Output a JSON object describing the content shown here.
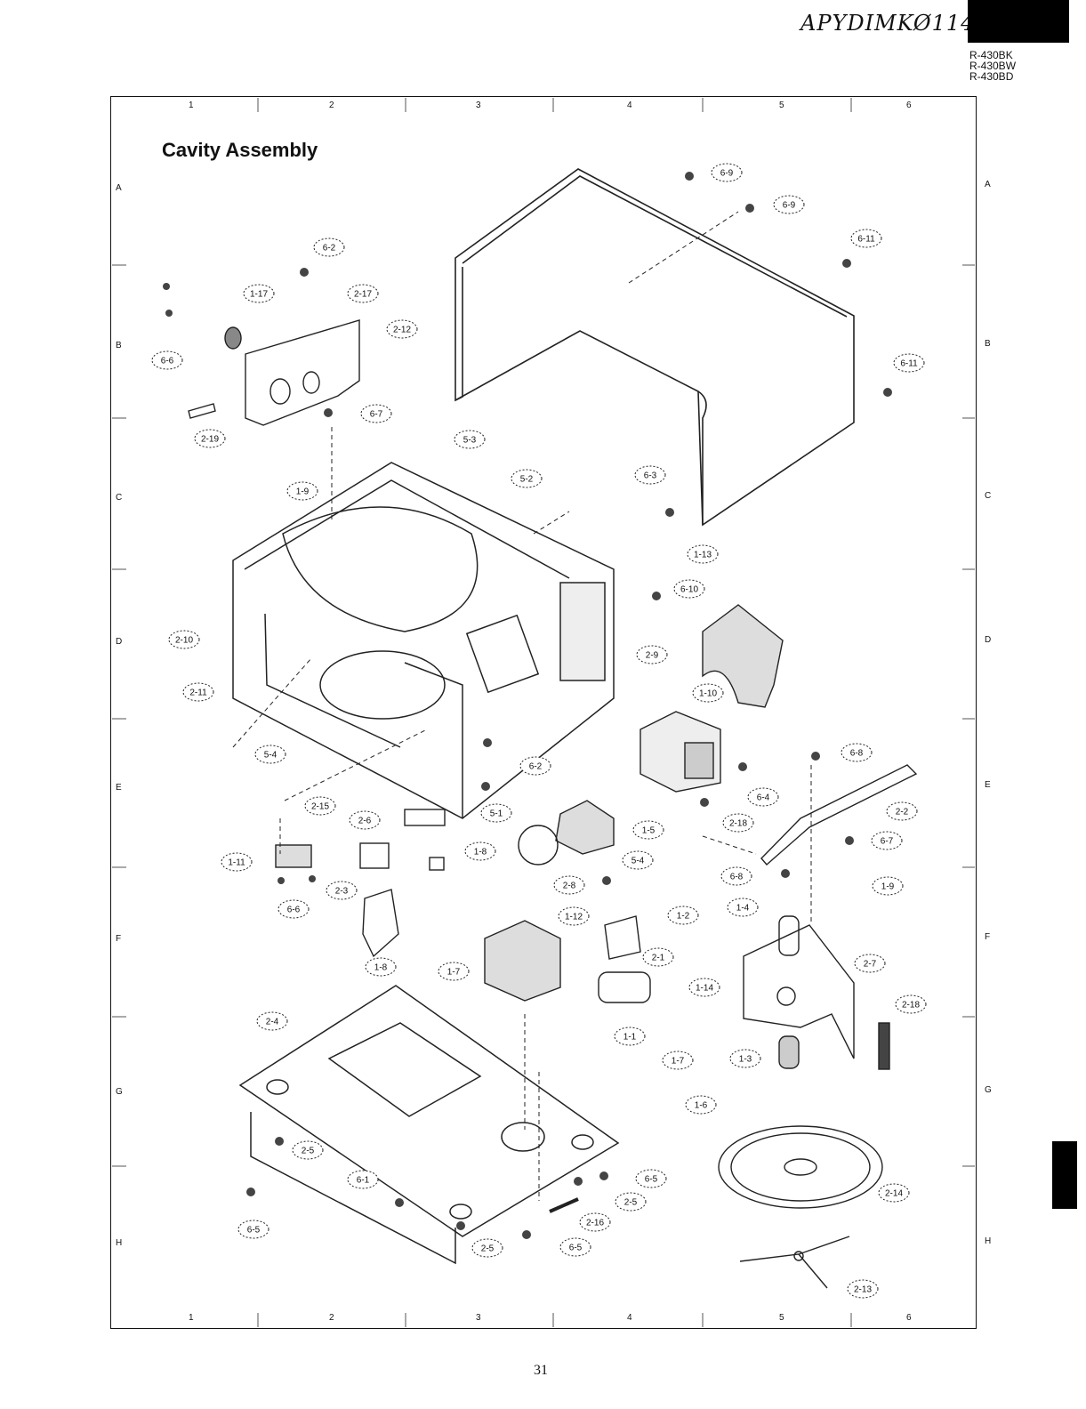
{
  "header": {
    "handwritten_note": "APYDIMKØ114",
    "models": [
      "R-430BK",
      "R-430BW",
      "R-430BD"
    ]
  },
  "diagram": {
    "title": "Cavity Assembly",
    "column_labels": [
      "1",
      "2",
      "3",
      "4",
      "5",
      "6"
    ],
    "row_labels": [
      "A",
      "B",
      "C",
      "D",
      "E",
      "F",
      "G",
      "H"
    ],
    "callouts": [
      {
        "id": "6-9a",
        "text": "6-9"
      },
      {
        "id": "6-9b",
        "text": "6-9"
      },
      {
        "id": "6-11a",
        "text": "6-11"
      },
      {
        "id": "6-11b",
        "text": "6-11"
      },
      {
        "id": "6-2a",
        "text": "6-2"
      },
      {
        "id": "1-17",
        "text": "1-17"
      },
      {
        "id": "2-17",
        "text": "2-17"
      },
      {
        "id": "2-12",
        "text": "2-12"
      },
      {
        "id": "6-6a",
        "text": "6-6"
      },
      {
        "id": "6-7a",
        "text": "6-7"
      },
      {
        "id": "2-19",
        "text": "2-19"
      },
      {
        "id": "5-3",
        "text": "5-3"
      },
      {
        "id": "5-2",
        "text": "5-2"
      },
      {
        "id": "6-3",
        "text": "6-3"
      },
      {
        "id": "1-9a",
        "text": "1-9"
      },
      {
        "id": "1-13",
        "text": "1-13"
      },
      {
        "id": "6-10",
        "text": "6-10"
      },
      {
        "id": "2-10",
        "text": "2-10"
      },
      {
        "id": "2-9",
        "text": "2-9"
      },
      {
        "id": "2-11",
        "text": "2-11"
      },
      {
        "id": "1-10",
        "text": "1-10"
      },
      {
        "id": "5-4a",
        "text": "5-4"
      },
      {
        "id": "6-2b",
        "text": "6-2"
      },
      {
        "id": "6-8a",
        "text": "6-8"
      },
      {
        "id": "6-4",
        "text": "6-4"
      },
      {
        "id": "2-15",
        "text": "2-15"
      },
      {
        "id": "2-6",
        "text": "2-6"
      },
      {
        "id": "5-1",
        "text": "5-1"
      },
      {
        "id": "2-18a",
        "text": "2-18"
      },
      {
        "id": "2-2",
        "text": "2-2"
      },
      {
        "id": "1-5",
        "text": "1-5"
      },
      {
        "id": "1-11",
        "text": "1-11"
      },
      {
        "id": "1-8a",
        "text": "1-8"
      },
      {
        "id": "6-7b",
        "text": "6-7"
      },
      {
        "id": "5-4b",
        "text": "5-4"
      },
      {
        "id": "2-8",
        "text": "2-8"
      },
      {
        "id": "6-8b",
        "text": "6-8"
      },
      {
        "id": "1-9b",
        "text": "1-9"
      },
      {
        "id": "6-6b",
        "text": "6-6"
      },
      {
        "id": "2-3",
        "text": "2-3"
      },
      {
        "id": "1-4",
        "text": "1-4"
      },
      {
        "id": "1-2",
        "text": "1-2"
      },
      {
        "id": "1-12",
        "text": "1-12"
      },
      {
        "id": "2-1",
        "text": "2-1"
      },
      {
        "id": "2-7",
        "text": "2-7"
      },
      {
        "id": "1-8b",
        "text": "1-8"
      },
      {
        "id": "1-7a",
        "text": "1-7"
      },
      {
        "id": "1-14",
        "text": "1-14"
      },
      {
        "id": "2-18b",
        "text": "2-18"
      },
      {
        "id": "2-4",
        "text": "2-4"
      },
      {
        "id": "1-1",
        "text": "1-1"
      },
      {
        "id": "1-3",
        "text": "1-3"
      },
      {
        "id": "1-7b",
        "text": "1-7"
      },
      {
        "id": "1-6",
        "text": "1-6"
      },
      {
        "id": "2-5a",
        "text": "2-5"
      },
      {
        "id": "6-5a",
        "text": "6-5"
      },
      {
        "id": "6-1",
        "text": "6-1"
      },
      {
        "id": "2-5b",
        "text": "2-5"
      },
      {
        "id": "2-14",
        "text": "2-14"
      },
      {
        "id": "6-5b",
        "text": "6-5"
      },
      {
        "id": "2-16",
        "text": "2-16"
      },
      {
        "id": "2-5c",
        "text": "2-5"
      },
      {
        "id": "6-5c",
        "text": "6-5"
      },
      {
        "id": "2-13",
        "text": "2-13"
      }
    ]
  },
  "footer": {
    "page_number": "31"
  }
}
